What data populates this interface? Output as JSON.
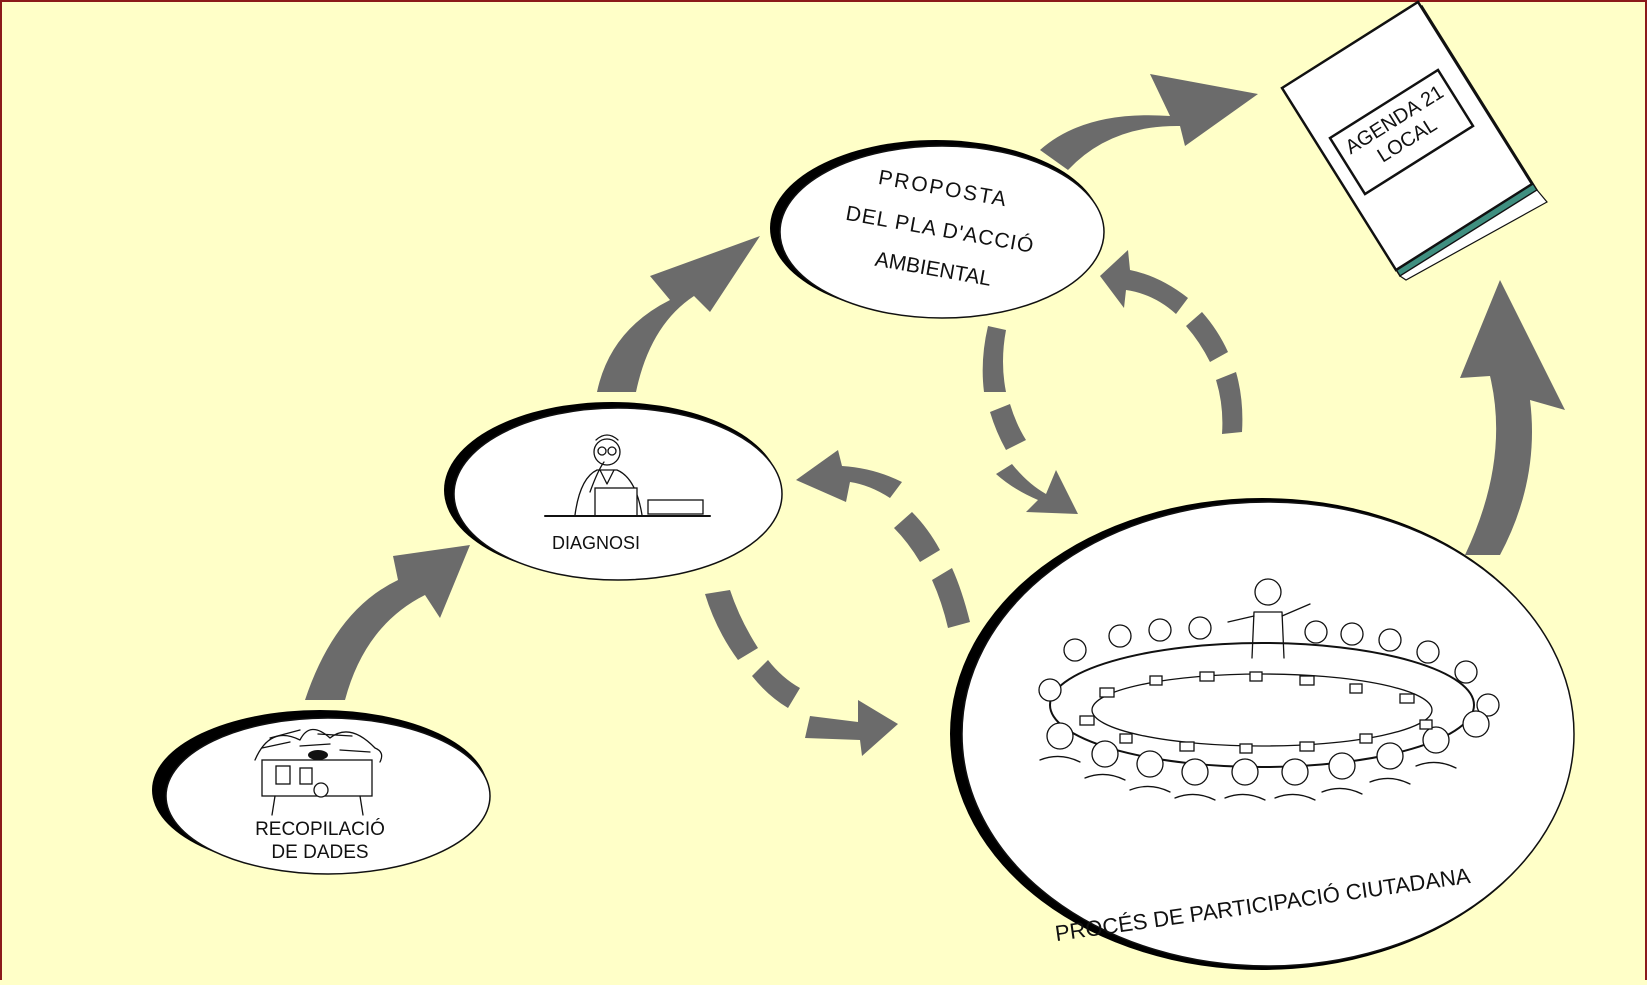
{
  "diagram": {
    "nodes": {
      "recopilacio": {
        "line1": "RECOPILACIÓ",
        "line2": "DE  DADES"
      },
      "diagnosi": {
        "label": "DIAGNOSI"
      },
      "proposta": {
        "line1": "PROPOSTA",
        "line2": "DEL PLA D'ACCIÓ",
        "line3": "AMBIENTAL"
      },
      "participacio": {
        "label": "PROCÉS DE PARTICIPACIÓ CIUTADANA"
      },
      "agenda": {
        "line1": "AGENDA 21",
        "line2": "LOCAL"
      }
    },
    "colors": {
      "background": "#ffffc8",
      "arrow": "#6b6b6b",
      "book_spine": "#3f8f80",
      "border": "#8b1a1a"
    }
  }
}
